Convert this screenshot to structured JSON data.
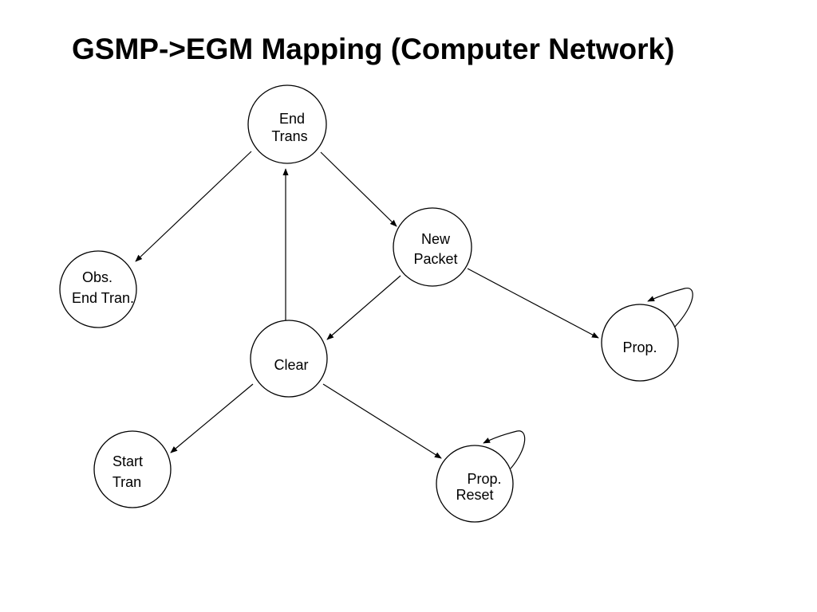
{
  "title": "GSMP->EGM Mapping (Computer Network)",
  "nodes": {
    "end_trans": {
      "line1": "End",
      "line2": "Trans"
    },
    "new_packet": {
      "line1": "New",
      "line2": "Packet"
    },
    "obs_end_tran": {
      "line1": "Obs.",
      "line2": "End Tran."
    },
    "prop": {
      "line1": "Prop."
    },
    "clear": {
      "line1": "Clear"
    },
    "start_tran": {
      "line1": "Start",
      "line2": "Tran"
    },
    "prop_reset": {
      "line1": "Prop.",
      "line2": "Reset"
    }
  },
  "edges": [
    {
      "from": "End Trans",
      "to": "Obs. End Tran."
    },
    {
      "from": "End Trans",
      "to": "New Packet"
    },
    {
      "from": "Clear",
      "to": "End Trans"
    },
    {
      "from": "New Packet",
      "to": "Clear"
    },
    {
      "from": "New Packet",
      "to": "Prop."
    },
    {
      "from": "Prop.",
      "to": "Prop."
    },
    {
      "from": "Clear",
      "to": "Start Tran"
    },
    {
      "from": "Clear",
      "to": "Prop. Reset"
    },
    {
      "from": "Prop. Reset",
      "to": "Prop. Reset"
    }
  ],
  "colors": {
    "stroke": "#000000",
    "text": "#000000",
    "background": "#ffffff"
  }
}
